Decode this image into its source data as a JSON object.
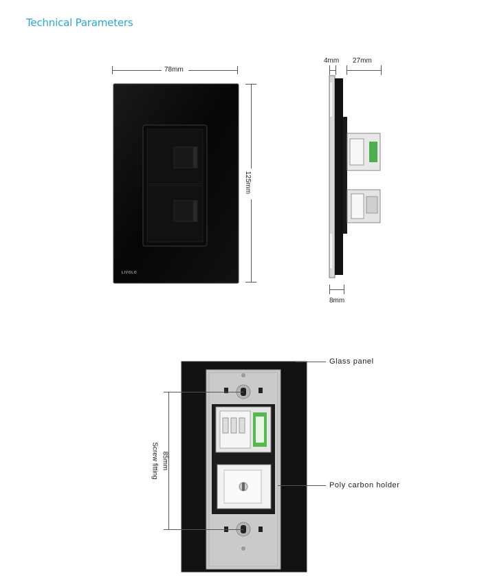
{
  "title": "Technical Parameters",
  "front_view": {
    "width_label": "78mm",
    "height_label": "125mm",
    "brand": "LIVOLO"
  },
  "side_view": {
    "glass_thickness_label": "4mm",
    "depth_label": "27mm",
    "bottom_label": "8mm"
  },
  "back_view": {
    "glass_panel_label": "Glass panel",
    "holder_label": "Poly carbon holder",
    "screw_distance_label": "85mm",
    "screw_fitting_label": "Screw fitting"
  },
  "colors": {
    "accent": "#2aa7d9",
    "panel": "#0b0b0b",
    "holder": "#c9cacb"
  }
}
